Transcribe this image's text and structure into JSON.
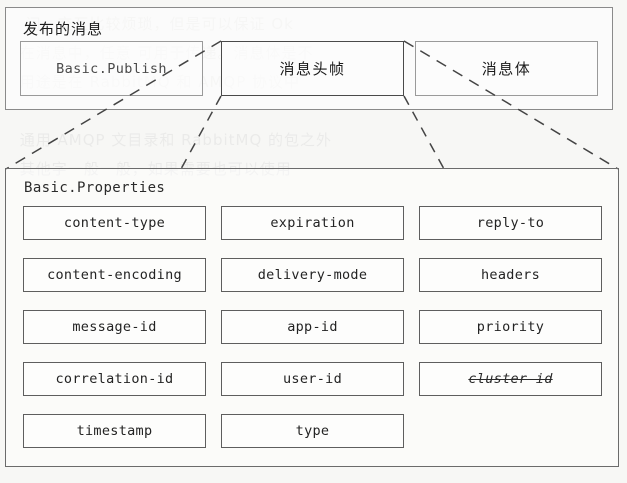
{
  "figure": {
    "background_color": "#f7f7f5",
    "line_color": "#5e5e5e",
    "emphasis_line_color": "#4a4a4a"
  },
  "top_panel": {
    "title": "发布的消息",
    "boxes": [
      {
        "id": "publish",
        "label": "Basic.Publish",
        "style": "mono",
        "emphasis": false
      },
      {
        "id": "header-frame",
        "label": "消息头帧",
        "style": "cn",
        "emphasis": true
      },
      {
        "id": "body",
        "label": "消息体",
        "style": "cn",
        "emphasis": false
      }
    ]
  },
  "props_panel": {
    "title": "Basic.Properties",
    "columns": 3,
    "items": [
      {
        "label": "content-type",
        "struck": false
      },
      {
        "label": "expiration",
        "struck": false
      },
      {
        "label": "reply-to",
        "struck": false
      },
      {
        "label": "content-encoding",
        "struck": false
      },
      {
        "label": "delivery-mode",
        "struck": false
      },
      {
        "label": "headers",
        "struck": false
      },
      {
        "label": "message-id",
        "struck": false
      },
      {
        "label": "app-id",
        "struck": false
      },
      {
        "label": "priority",
        "struck": false
      },
      {
        "label": "correlation-id",
        "struck": false
      },
      {
        "label": "user-id",
        "struck": false
      },
      {
        "label": "cluster id",
        "struck": true
      },
      {
        "label": "timestamp",
        "struck": false
      },
      {
        "label": "type",
        "struck": false
      },
      {
        "label": "",
        "struck": false,
        "empty": true
      }
    ]
  },
  "connectors": {
    "style": "dashed",
    "note": "four dashed guide lines expanding the 消息头帧 box into the Basic.Properties panel"
  },
  "ghost_text": "  间，交互比较烦琐，但是可以保证 Ok\n 在消息中，任意 可用于传递。消息体是不\n 用途是在 RabbitMQ 和 AMQP 协议中\n\n 通用 AMQP 文目录和 RabbitMQ 的包之外\n 其他字一般一般，如果需要也可以使用"
}
